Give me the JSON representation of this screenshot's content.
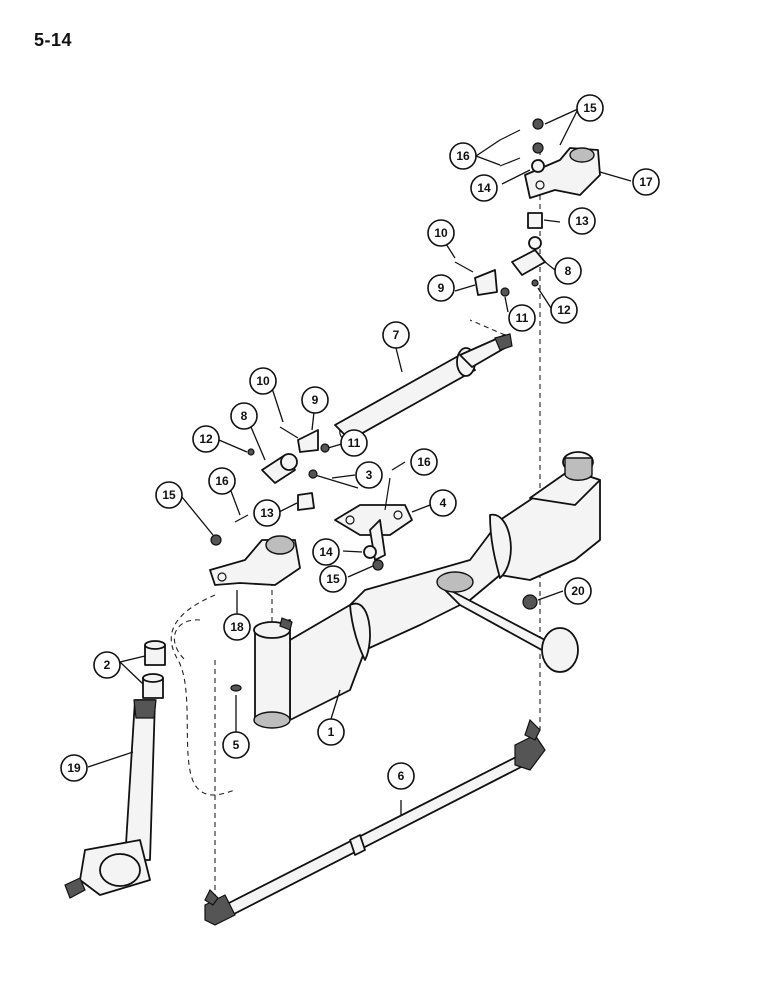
{
  "page": {
    "number": "5-14"
  },
  "callouts": {
    "c1": "1",
    "c2": "2",
    "c3": "3",
    "c4": "4",
    "c5": "5",
    "c6": "6",
    "c7": "7",
    "c8a": "8",
    "c8b": "8",
    "c9a": "9",
    "c9b": "9",
    "c10a": "10",
    "c10b": "10",
    "c11a": "11",
    "c11b": "11",
    "c12a": "12",
    "c12b": "12",
    "c13a": "13",
    "c13b": "13",
    "c14a": "14",
    "c14b": "14",
    "c15a": "15",
    "c15b": "15",
    "c15c": "15",
    "c16a": "16",
    "c16b": "16",
    "c16c": "16",
    "c17": "17",
    "c18": "18",
    "c19": "19",
    "c20": "20"
  }
}
